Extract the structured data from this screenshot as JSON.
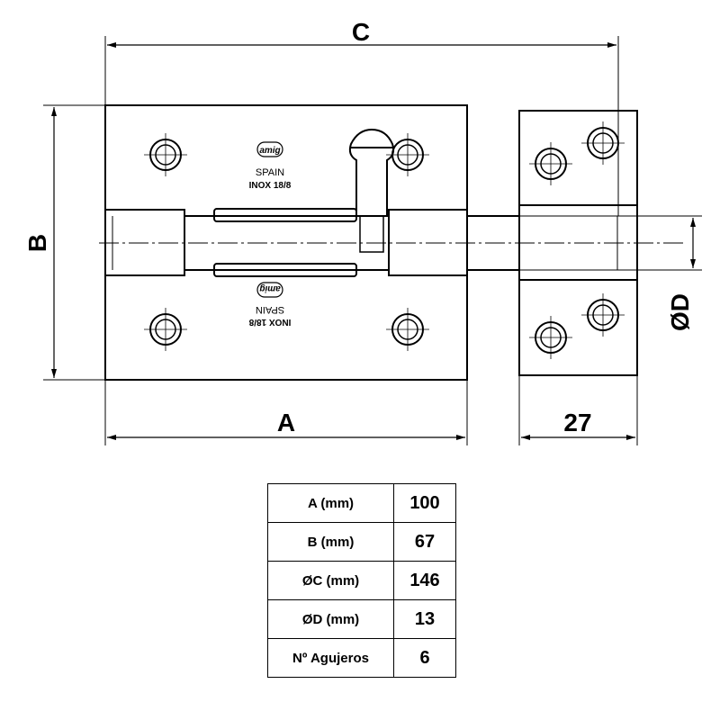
{
  "dimensions": {
    "a": "A",
    "b": "B",
    "c": "C",
    "d": "ØD",
    "keeper_width": "27"
  },
  "stamp": {
    "brand": "amig",
    "country": "SPAIN",
    "material": "INOX 18/8"
  },
  "spec_table": [
    {
      "label": "A (mm)",
      "value": "100"
    },
    {
      "label": "B (mm)",
      "value": "67"
    },
    {
      "label": "ØC (mm)",
      "value": "146"
    },
    {
      "label": "ØD (mm)",
      "value": "13"
    },
    {
      "label": "Nº Agujeros",
      "value": "6"
    }
  ]
}
